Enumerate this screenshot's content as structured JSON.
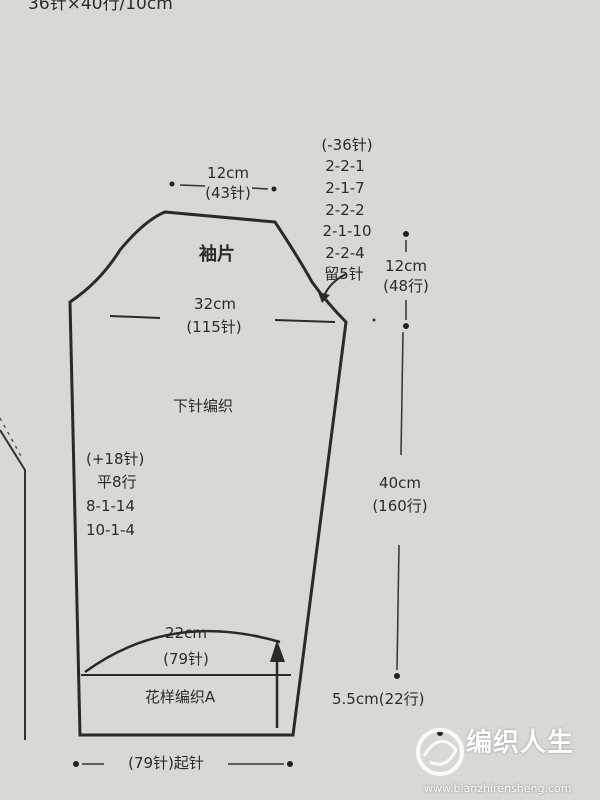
{
  "gauge": "36针×40行/10cm",
  "top_width": {
    "cm": "12cm",
    "stitches": "(43针)"
  },
  "cap_decrease": [
    "(-36针)",
    "2-2-1",
    "2-1-7",
    "2-2-2",
    "2-1-10",
    "2-2-4",
    "留5针"
  ],
  "cap_height": {
    "cm": "12cm",
    "rows": "(48行)"
  },
  "piece_title": "袖片",
  "upper_width": {
    "cm": "32cm",
    "stitches": "(115针)"
  },
  "stitch_main": "下针编织",
  "side_increase": [
    "(+18针)",
    "平8行",
    "8-1-14",
    "10-1-4"
  ],
  "body_height": {
    "cm": "40cm",
    "rows": "(160行)"
  },
  "cuff_width": {
    "cm": "22cm",
    "stitches": "(79针)"
  },
  "cuff_pattern": "花样编织A",
  "cuff_height": "5.5cm(22行)",
  "cast_on": "(79针)起针",
  "watermark": {
    "brand": "编织人生",
    "url": "www.bianzhirensheng.com"
  }
}
